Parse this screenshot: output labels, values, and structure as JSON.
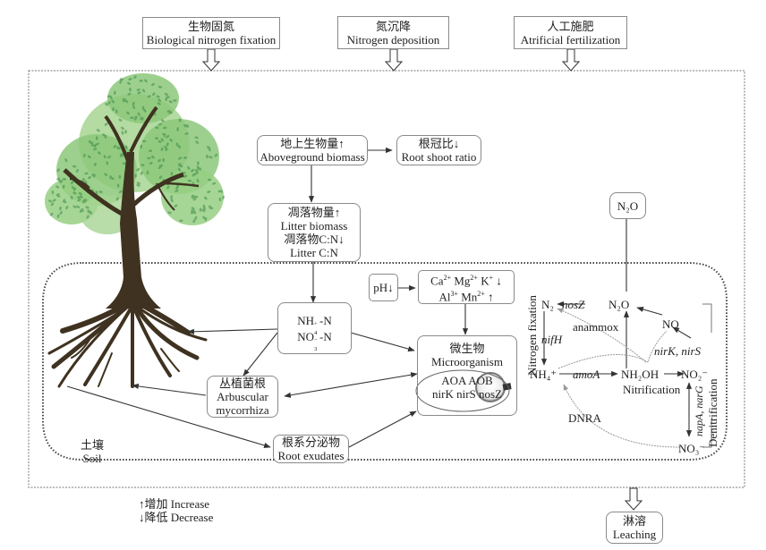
{
  "inputs": [
    {
      "zh": "生物固氮",
      "en": "Biological nitrogen fixation"
    },
    {
      "zh": "氮沉降",
      "en": "Nitrogen deposition"
    },
    {
      "zh": "人工施肥",
      "en": "Atrificial fertilization"
    }
  ],
  "aboveground": {
    "zh": "地上生物量↑",
    "en": "Aboveground biomass"
  },
  "root_shoot": {
    "zh": "根冠比↓",
    "en": "Root shoot ratio"
  },
  "litter": {
    "zh1": "凋落物量↑",
    "en1": "Litter biomass",
    "zh2": "凋落物C:N↓",
    "en2": "Litter C:N"
  },
  "n2o_box": "N₂O",
  "ph": "pH↓",
  "cations": {
    "line1": [
      "Ca",
      "2+",
      " Mg",
      "2+",
      " K",
      "+",
      " ↓"
    ],
    "line2": [
      "Al",
      "3+",
      " Mn",
      "2+",
      " ↑"
    ]
  },
  "nitrogen_pool": {
    "line1": [
      "NH",
      "4",
      "+",
      "-N"
    ],
    "line2": [
      "NO",
      "3",
      "−",
      "-N"
    ]
  },
  "microorganism": {
    "zh": "微生物",
    "en": "Microorganism",
    "genes1": "AOA AOB",
    "genes2": "nirK nirS nosZ"
  },
  "mycorrhiza": {
    "zh": "丛植菌根",
    "en1": "Arbuscular",
    "en2": "mycorrhiza"
  },
  "root_exudates": {
    "zh": "根系分泌物",
    "en": "Root exudates"
  },
  "soil": {
    "zh": "土壤",
    "en": "Soil"
  },
  "legend": {
    "increase": "↑增加 Increase",
    "decrease": "↓降低 Decrease"
  },
  "leaching": {
    "zh": "淋溶",
    "en": "Leaching"
  },
  "cycle": {
    "n2": "N₂",
    "nosz": "nosZ",
    "n2o": "N₂O",
    "anammox": "anammox",
    "no": "NO",
    "nifh": "nifH",
    "nirk_nirs": "nirK, nirS",
    "nh4": "NH₄⁺",
    "amoa": "amoA",
    "nh2oh": "NH₂OH",
    "no2": "NO₂⁻",
    "nitrification": "Nitrification",
    "dnra": "DNRA",
    "napa_narg": "napA, narG",
    "no3": "NO₃⁻",
    "nitrogen_fixation": "Nitrogen fixation",
    "denitrification": "Denitrification"
  },
  "colors": {
    "tree_trunk": "#3f3220",
    "leaf_light": "#8cc87a",
    "leaf_dark": "#3f8a4a",
    "arrow": "#333333",
    "dotted": "#555555"
  }
}
